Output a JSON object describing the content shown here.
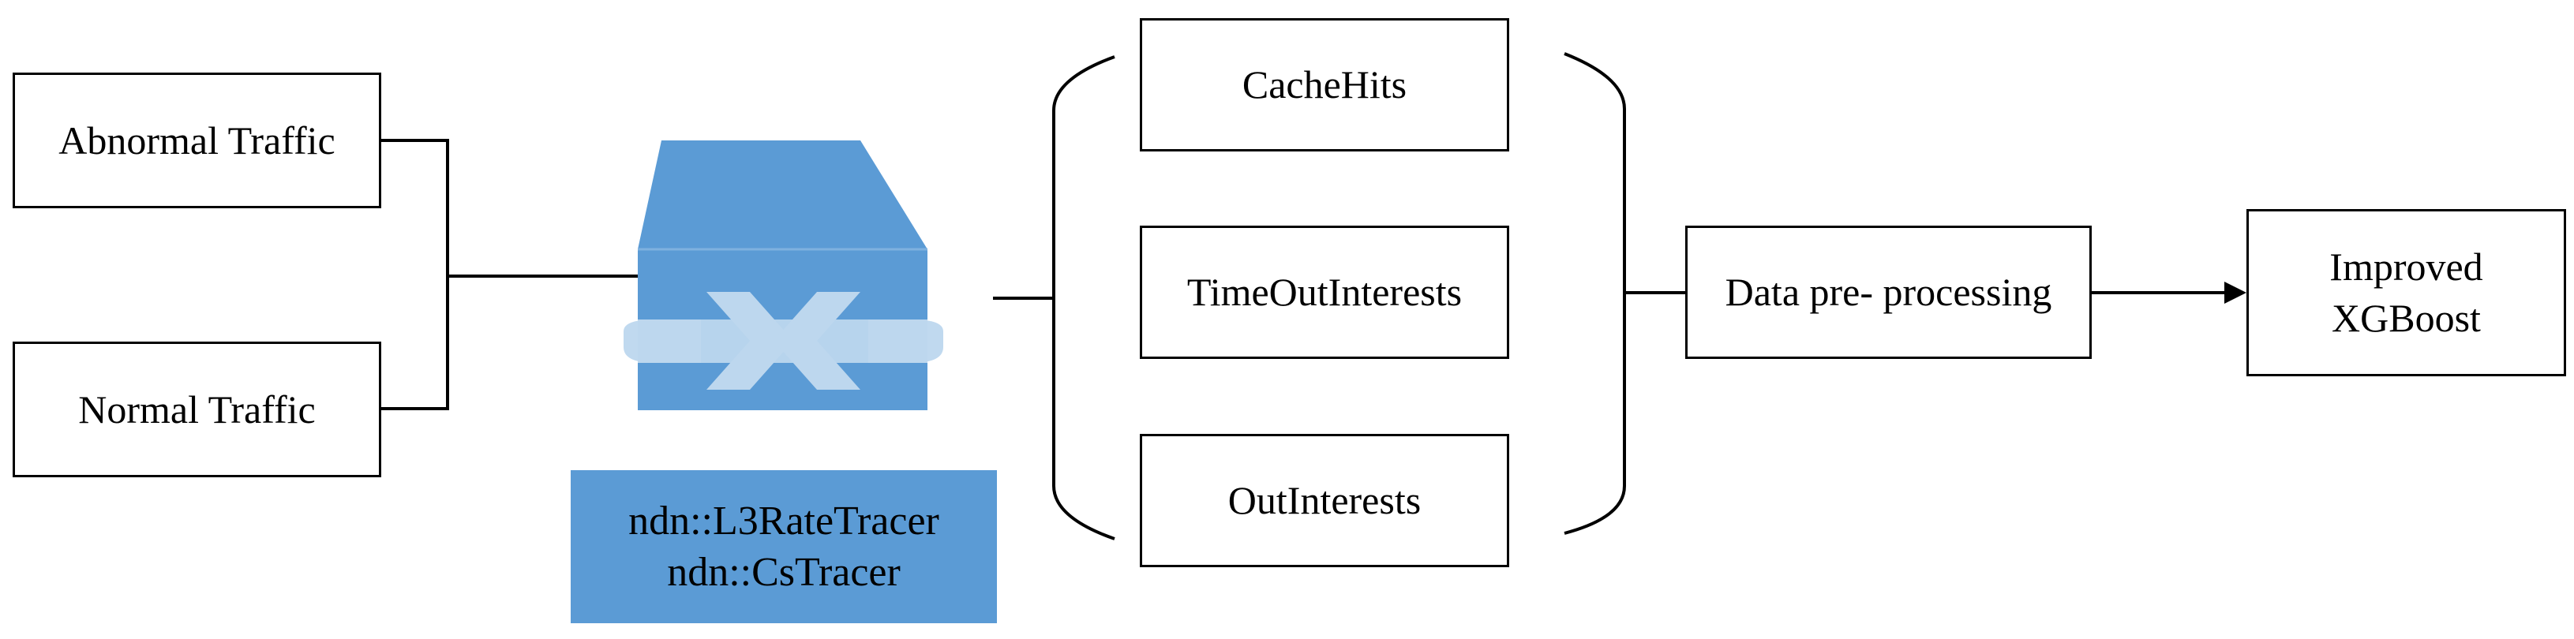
{
  "inputs": {
    "abnormal": "Abnormal Traffic",
    "normal": "Normal Traffic"
  },
  "tracer": {
    "line1": "ndn::L3RateTracer",
    "line2": "ndn::CsTracer"
  },
  "features": {
    "cache_hits": "CacheHits",
    "timeout_interests": "TimeOutInterests",
    "out_interests": "OutInterests"
  },
  "preprocessing": {
    "label": "Data pre- processing"
  },
  "model": {
    "line1": "Improved",
    "line2": "XGBoost"
  },
  "colors": {
    "router_blue": "#5b9bd5",
    "arrow_light_blue": "#bdd7ee",
    "line": "#000000"
  },
  "icons": {
    "router": "router-icon"
  }
}
